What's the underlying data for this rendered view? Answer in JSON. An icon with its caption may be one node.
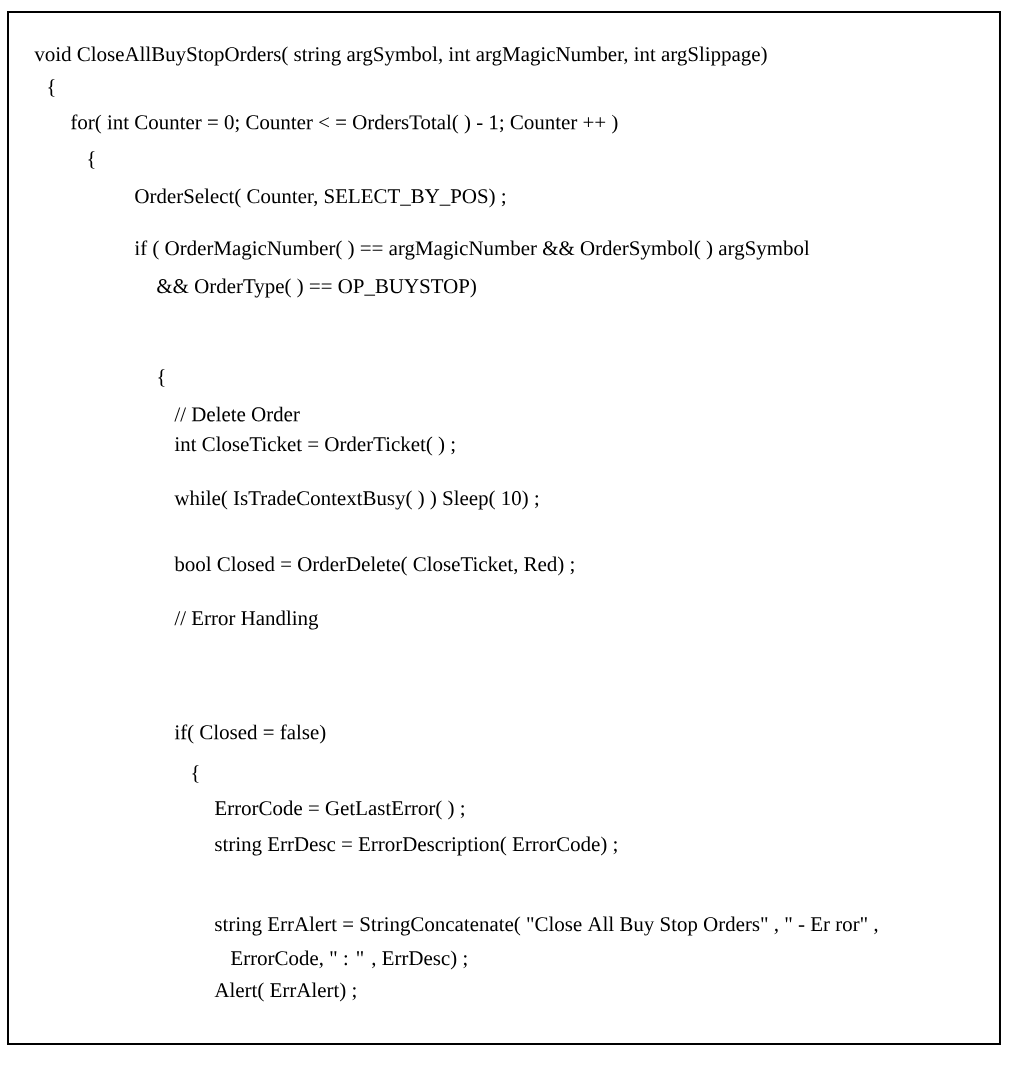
{
  "diagram": {
    "labels": [
      "void CloseAllBuyStopOrders( string argSymbol, int argMagicNumber, int argSlippage)",
      "{",
      "for( int Counter = 0; Counter < = OrdersTotal( ) - 1; Counter ++ )",
      "{",
      "OrderSelect( Counter, SELECT_BY_POS) ;",
      "if ( OrderMagicNumber( ) == argMagicNumber && OrderSymbol( ) argSymbol",
      "&& OrderType( ) == OP_BUYSTOP)",
      "{",
      "// Delete Order",
      "int CloseTicket = OrderTicket( ) ;",
      "while( IsTradeContextBusy( ) ) Sleep( 10) ;",
      "bool Closed = OrderDelete( CloseTicket, Red) ;",
      "// Error Handling",
      "if( Closed = false)",
      "{",
      "ErrorCode = GetLastError( ) ;",
      "string ErrDesc = ErrorDescription( ErrorCode) ;",
      "string ErrAlert = StringConcatenate( \"Close All Buy Stop Orders\" , \" - Er ror\" ,",
      "ErrorCode, \" : \" , ErrDesc) ;",
      "Alert( ErrAlert) ;"
    ]
  }
}
